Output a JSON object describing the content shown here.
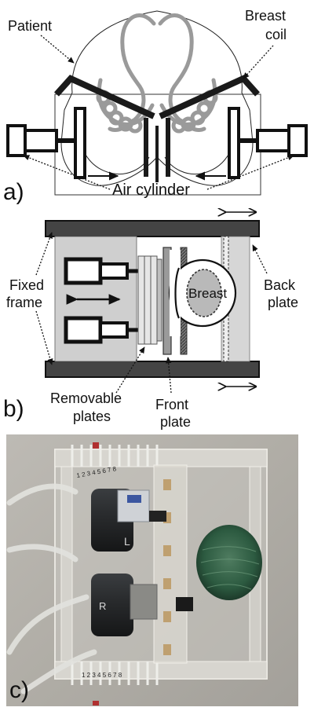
{
  "panel_a": {
    "letter": "a)",
    "labels": {
      "patient": "Patient",
      "breast_coil": [
        "Breast",
        "coil"
      ],
      "air_cylinder": "Air cylinder"
    }
  },
  "panel_b": {
    "letter": "b)",
    "labels": {
      "fixed_frame": [
        "Fixed",
        "frame"
      ],
      "back_plate": [
        "Back",
        "plate"
      ],
      "breast": "Breast",
      "removable_plates": [
        "Removable",
        "plates"
      ],
      "front_plate": [
        "Front",
        "plate"
      ]
    }
  },
  "panel_c": {
    "letter": "c)",
    "photo_labels": {
      "cylinder_top_mark": "L",
      "cylinder_bottom_mark": "R",
      "ruler_top": "1 2 3 4 5 6 7 8",
      "ruler_bottom": "1 2 3 4 5 6 7 8"
    }
  }
}
